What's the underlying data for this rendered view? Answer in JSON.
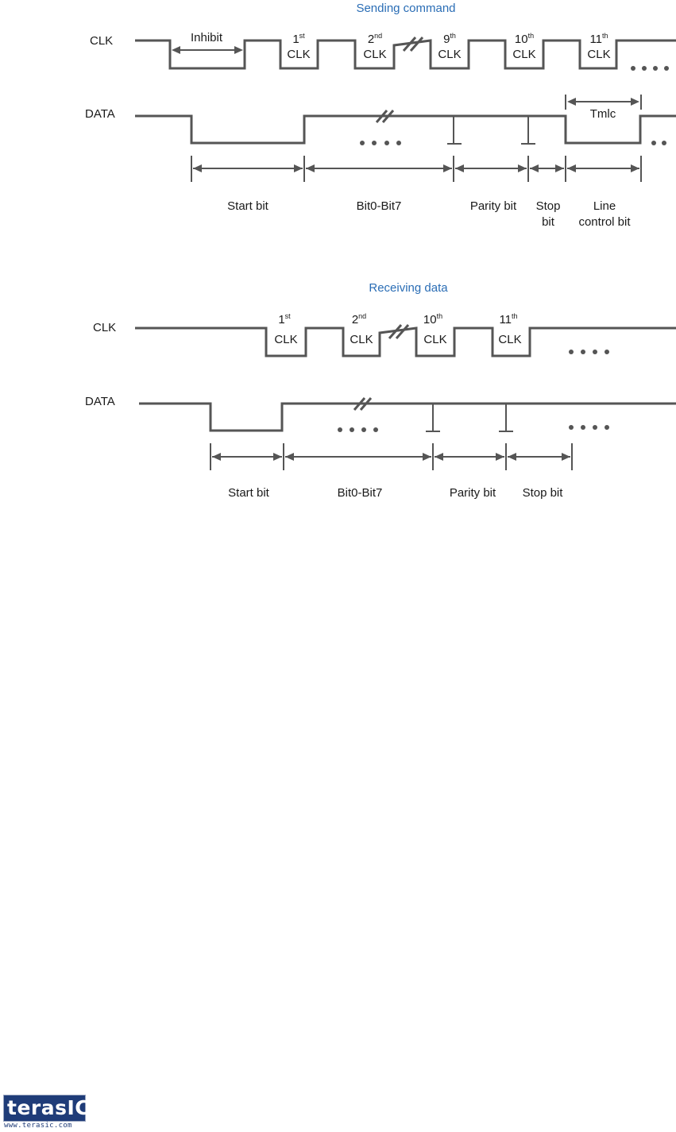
{
  "sending": {
    "title": "Sending command",
    "title_color": "#2a6db5",
    "clk_label": "CLK",
    "data_label": "DATA",
    "inhibit": "Inhibit",
    "tmlc": "Tmlc",
    "clocks": [
      {
        "num": "1",
        "sup": "st",
        "word": "CLK"
      },
      {
        "num": "2",
        "sup": "nd",
        "word": "CLK"
      },
      {
        "num": "9",
        "sup": "th",
        "word": "CLK"
      },
      {
        "num": "10",
        "sup": "th",
        "word": "CLK"
      },
      {
        "num": "11",
        "sup": "th",
        "word": "CLK"
      }
    ],
    "segments": [
      "Start bit",
      "Bit0-Bit7",
      "Parity bit",
      "Stop",
      "bit",
      "Line",
      "control bit"
    ]
  },
  "receiving": {
    "title": "Receiving data",
    "title_color": "#2a6db5",
    "clk_label": "CLK",
    "data_label": "DATA",
    "clocks": [
      {
        "num": "1",
        "sup": "st",
        "word": "CLK"
      },
      {
        "num": "2",
        "sup": "nd",
        "word": "CLK"
      },
      {
        "num": "10",
        "sup": "th",
        "word": "CLK"
      },
      {
        "num": "11",
        "sup": "th",
        "word": "CLK"
      }
    ],
    "segments": [
      "Start bit",
      "Bit0-Bit7",
      "Parity bit",
      "Stop bit"
    ]
  },
  "logo": {
    "brand": "terasIC",
    "url": "www.terasic.com",
    "brand_color": "#1f3c78"
  },
  "colors": {
    "line": "#555555",
    "text": "#1a1a1a"
  }
}
